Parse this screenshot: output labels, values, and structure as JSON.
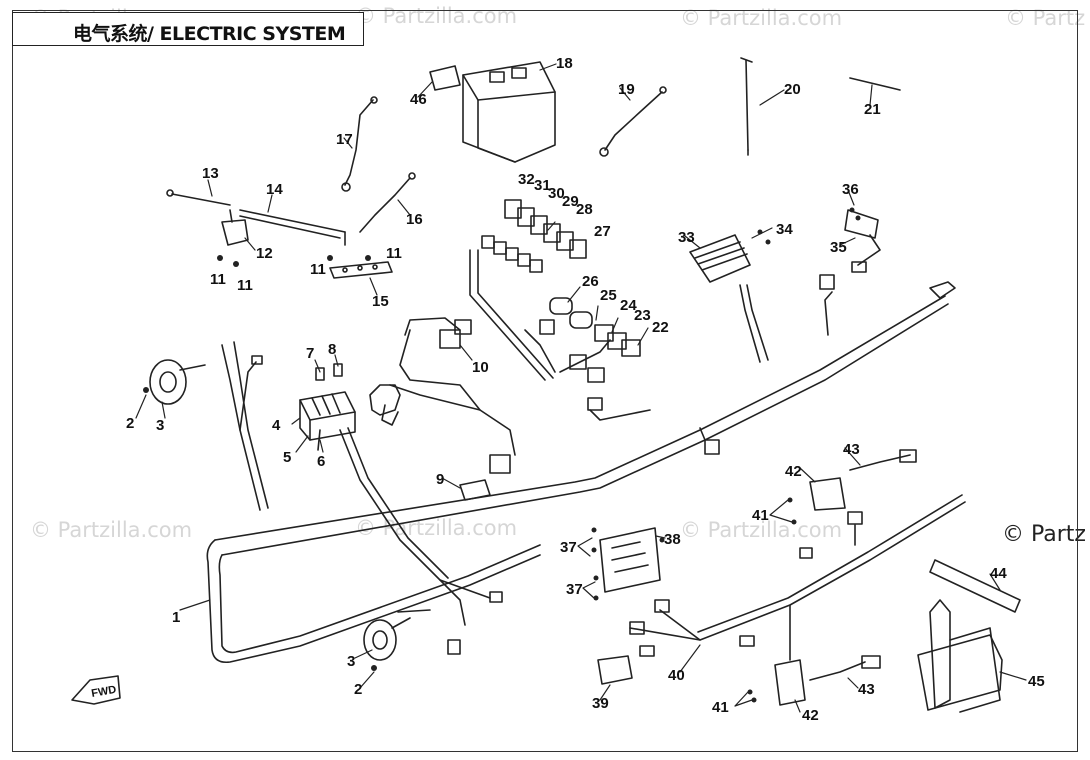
{
  "title": "电气系统/ ELECTRIC SYSTEM",
  "watermark_text": "© Partzilla.com",
  "watermark_cut": "© Partz",
  "fwd_label": "FWD",
  "callouts": [
    "1",
    "2",
    "2",
    "3",
    "3",
    "4",
    "5",
    "6",
    "7",
    "8",
    "9",
    "10",
    "11",
    "11",
    "11",
    "11",
    "12",
    "13",
    "14",
    "15",
    "16",
    "17",
    "18",
    "19",
    "20",
    "21",
    "22",
    "23",
    "24",
    "25",
    "26",
    "27",
    "28",
    "29",
    "30",
    "31",
    "32",
    "33",
    "34",
    "35",
    "36",
    "37",
    "37",
    "38",
    "39",
    "40",
    "41",
    "41",
    "42",
    "42",
    "43",
    "43",
    "44",
    "45",
    "46"
  ]
}
